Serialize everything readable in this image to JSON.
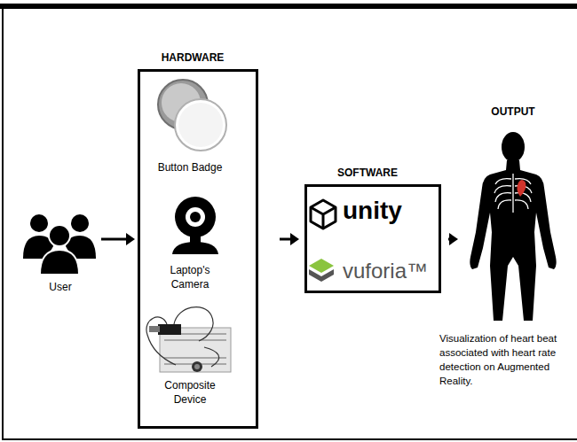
{
  "diagram": {
    "nodes": [
      {
        "text": [
          "User"
        ]
      },
      {
        "text": [
          "HARDWARE"
        ]
      },
      {
        "text": [
          "Button Badge"
        ],
        "in": 1
      },
      {
        "text": [
          "Laptop's Camera"
        ],
        "in": 1
      },
      {
        "text": [
          "Composite Device"
        ],
        "in": 1
      },
      {
        "text": [
          "SOFTWARE",
          "unity",
          "vuforia™"
        ]
      },
      {
        "text": [
          "OUTPUT",
          "Visualization of heart beat associated with heart rate detection on Augmented Reality."
        ]
      }
    ],
    "edges": [
      {
        "from": 0,
        "to": 1,
        "arrow": "to"
      },
      {
        "from": 1,
        "to": 5,
        "arrow": "to"
      },
      {
        "from": 5,
        "to": 6,
        "arrow": "to"
      }
    ]
  }
}
